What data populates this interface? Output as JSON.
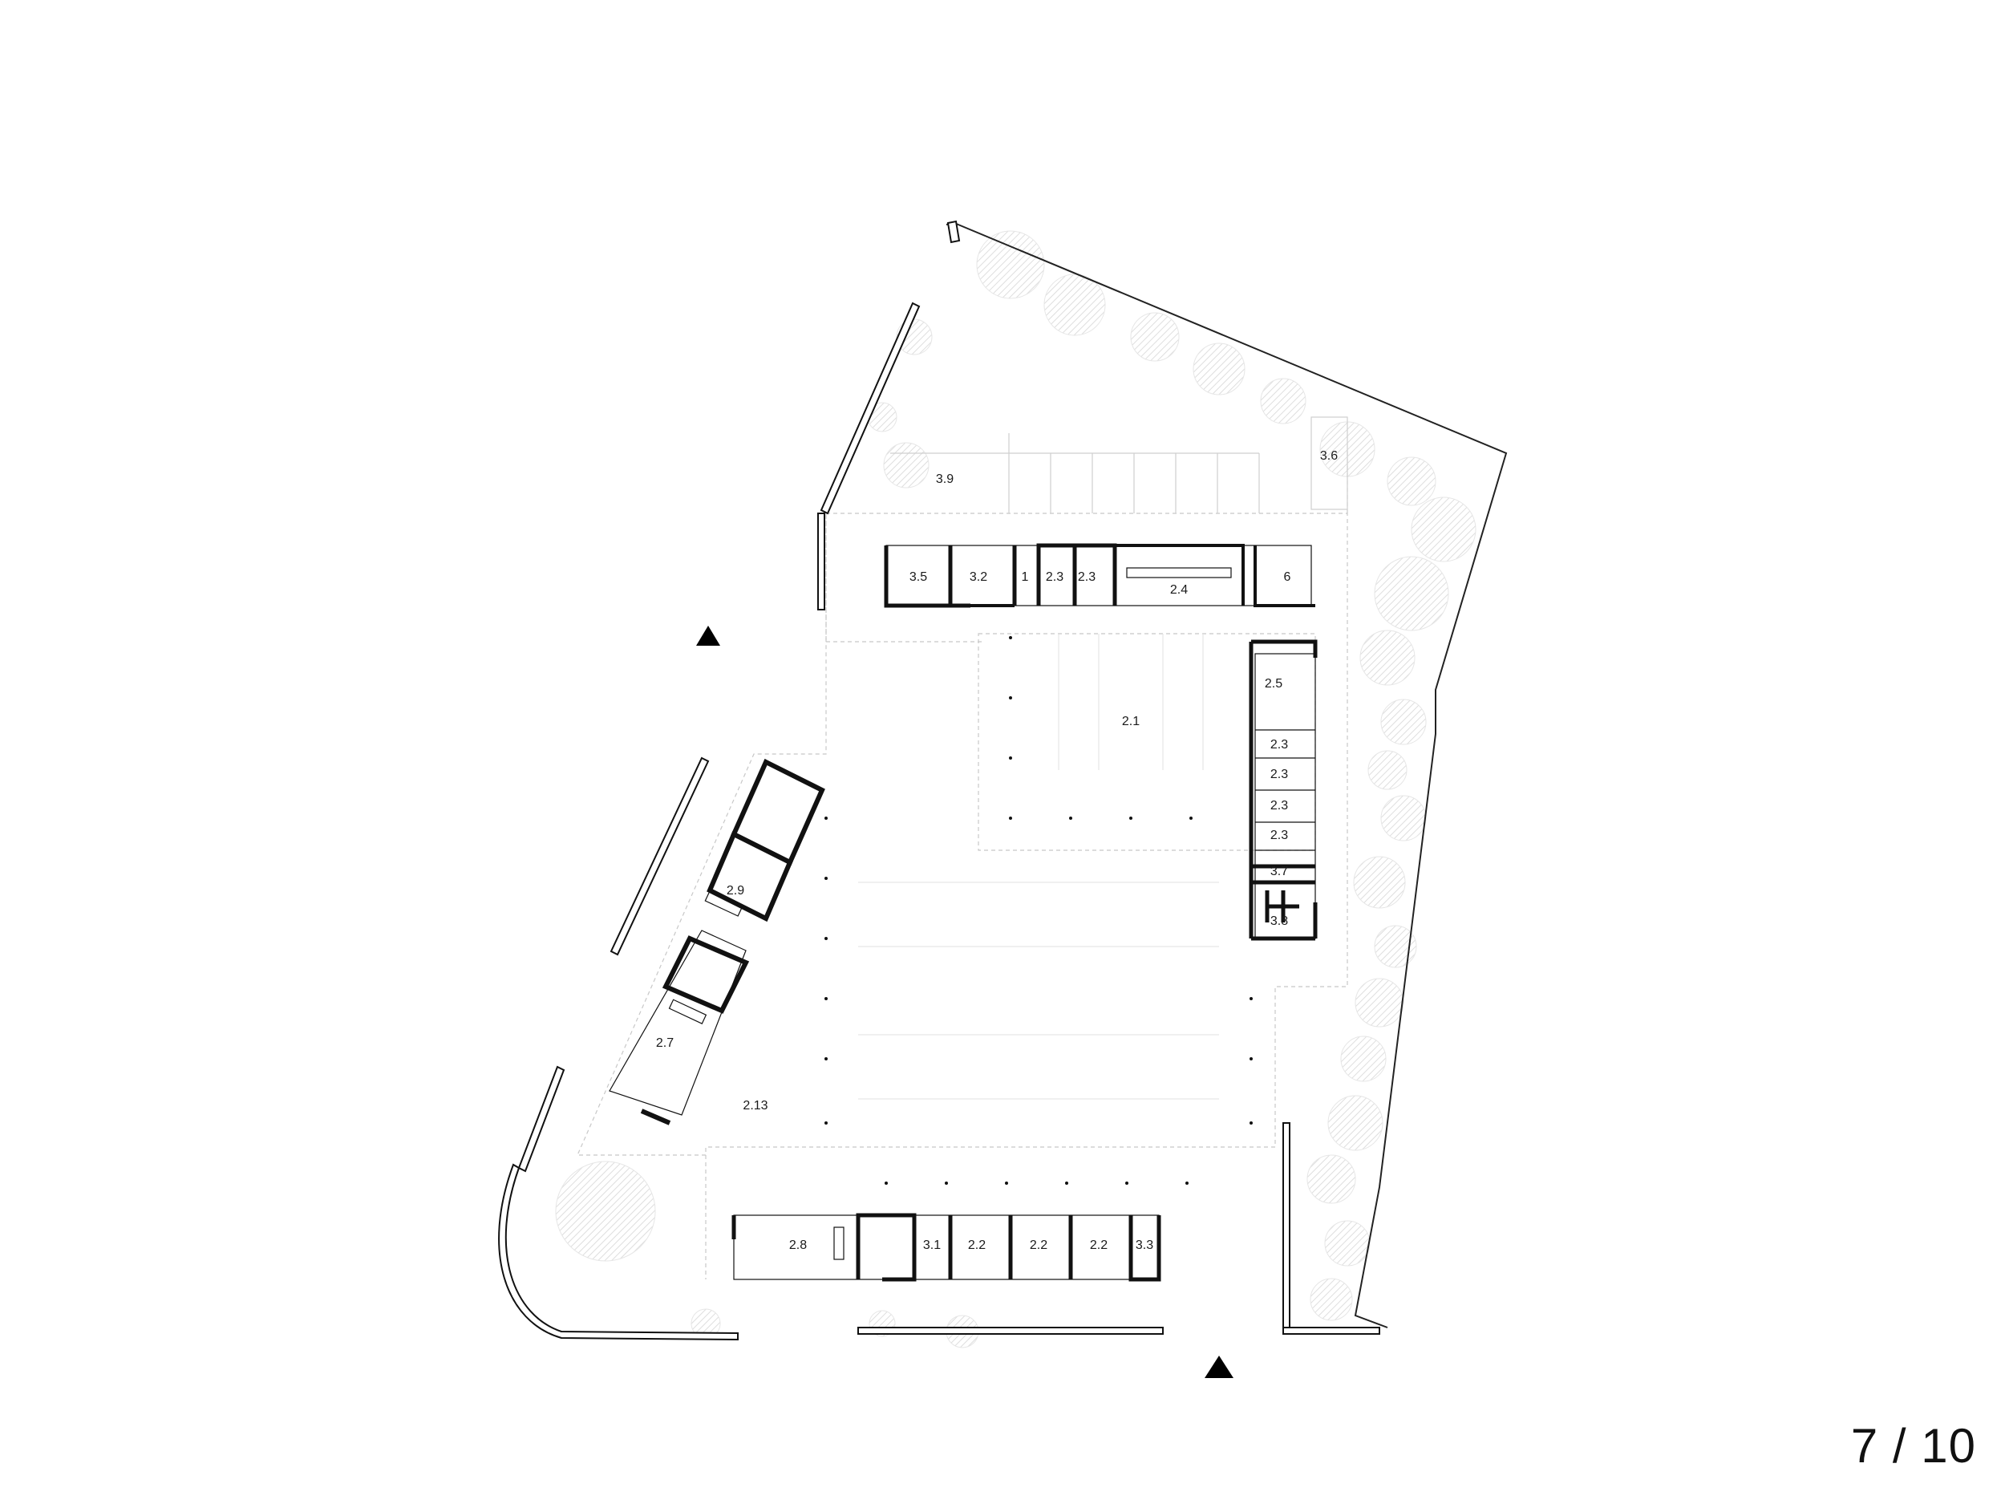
{
  "page": {
    "number_label": "7 / 10"
  },
  "rooms": {
    "r_3_9": "3.9",
    "r_3_6": "3.6",
    "r_3_5": "3.5",
    "r_3_2": "3.2",
    "r_1": "1",
    "r_2_3_a": "2.3",
    "r_2_3_b": "2.3",
    "r_2_4": "2.4",
    "r_6": "6",
    "r_2_5": "2.5",
    "r_2_1": "2.1",
    "r_2_3_c": "2.3",
    "r_2_3_d": "2.3",
    "r_2_3_e": "2.3",
    "r_2_3_f": "2.3",
    "r_3_7": "3.7",
    "r_3_8": "3.8",
    "r_2_9": "2.9",
    "r_2_7": "2.7",
    "r_2_13": "2.13",
    "r_2_8": "2.8",
    "r_3_1": "3.1",
    "r_2_2_a": "2.2",
    "r_2_2_b": "2.2",
    "r_2_2_c": "2.2",
    "r_3_3": "3.3"
  },
  "colors": {
    "wall": "#111111",
    "thin_line": "#222222",
    "light_line": "#bdbdbd",
    "tree_hatch": "#e4e4e4",
    "entrance_marker": "#000000"
  },
  "icons": [
    "entrance-triangle-icon",
    "tree-icon"
  ]
}
